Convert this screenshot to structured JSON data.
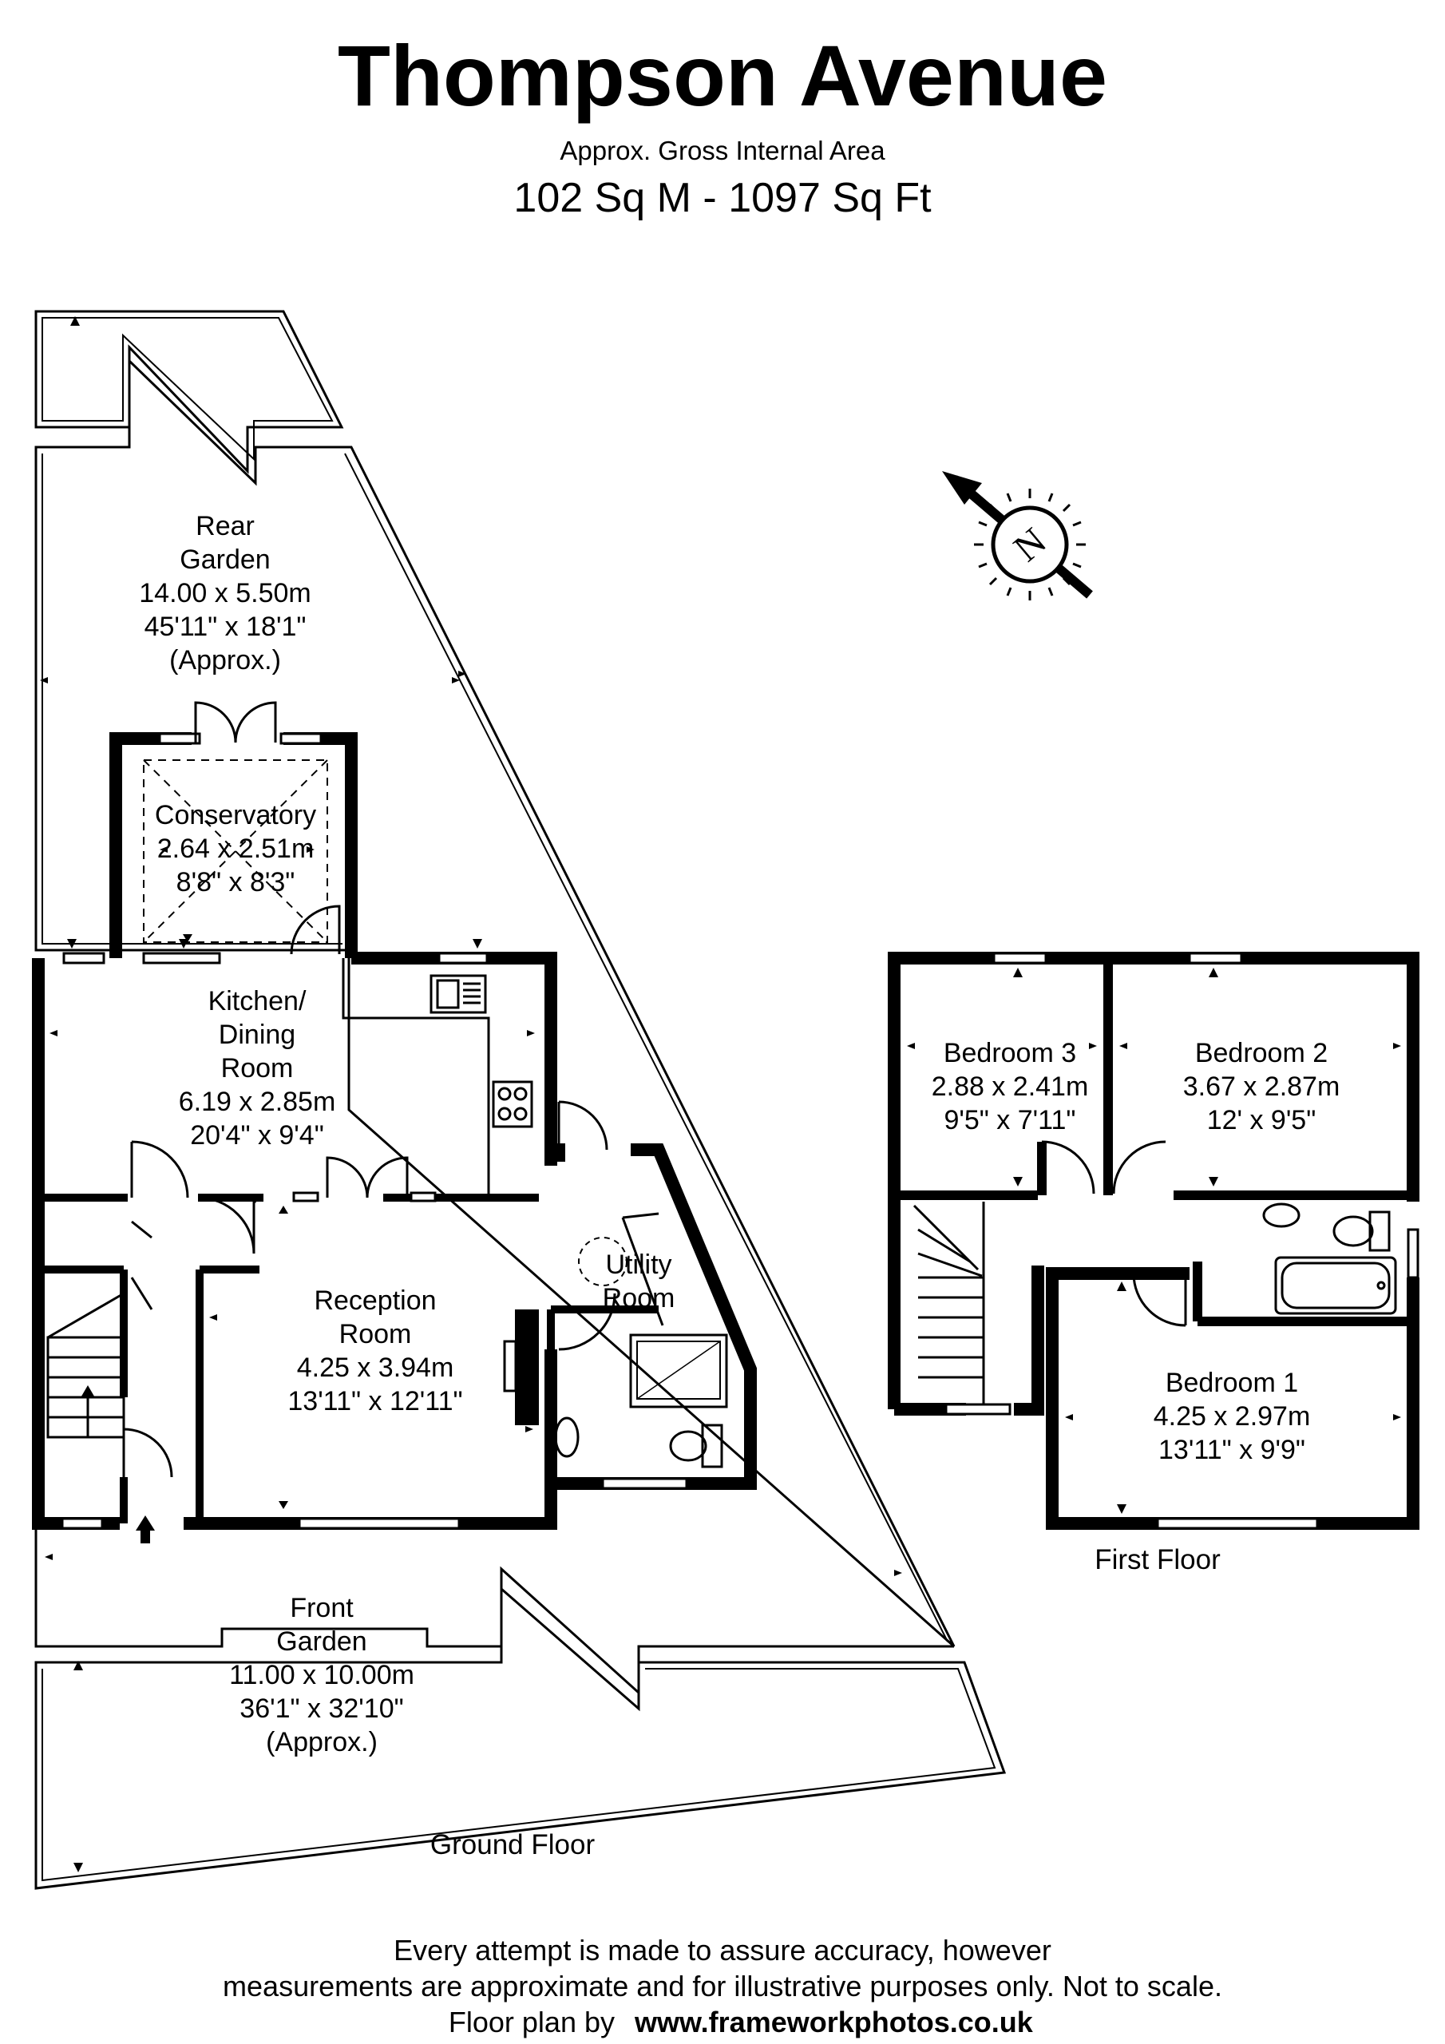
{
  "header": {
    "title": "Thompson Avenue",
    "subtitle": "Approx. Gross Internal Area",
    "area": "102 Sq M - 1097 Sq Ft"
  },
  "compass": {
    "letter": "N",
    "icon": "north-arrow-icon"
  },
  "rooms": {
    "rear_garden": {
      "l1": "Rear",
      "l2": "Garden",
      "metric": "14.00 x 5.50m",
      "imperial": "45'11\" x 18'1\"",
      "note": "(Approx.)"
    },
    "conservatory": {
      "name": "Conservatory",
      "metric": "2.64 x 2.51m",
      "imperial": "8'8\" x 8'3\""
    },
    "kitchen": {
      "l1": "Kitchen/",
      "l2": "Dining",
      "l3": "Room",
      "metric": "6.19 x 2.85m",
      "imperial": "20'4\" x 9'4\""
    },
    "reception": {
      "l1": "Reception",
      "l2": "Room",
      "metric": "4.25 x 3.94m",
      "imperial": "13'11\" x 12'11\""
    },
    "utility": {
      "l1": "Utility",
      "l2": "Room"
    },
    "front_garden": {
      "l1": "Front",
      "l2": "Garden",
      "metric": "11.00 x 10.00m",
      "imperial": "36'1\" x 32'10\"",
      "note": "(Approx.)"
    },
    "bedroom3": {
      "name": "Bedroom 3",
      "metric": "2.88 x 2.41m",
      "imperial": "9'5\" x 7'11\""
    },
    "bedroom2": {
      "name": "Bedroom 2",
      "metric": "3.67 x 2.87m",
      "imperial": "12' x 9'5\""
    },
    "bedroom1": {
      "name": "Bedroom 1",
      "metric": "4.25 x 2.97m",
      "imperial": "13'11\" x 9'9\""
    }
  },
  "floors": {
    "ground": "Ground Floor",
    "first": "First Floor"
  },
  "footer": {
    "line1": "Every attempt is made to assure accuracy, however",
    "line2": "measurements are approximate and for illustrative purposes only. Not to scale.",
    "line3_prefix": "Floor plan by",
    "line3_url": "www.frameworkphotos.co.uk"
  }
}
